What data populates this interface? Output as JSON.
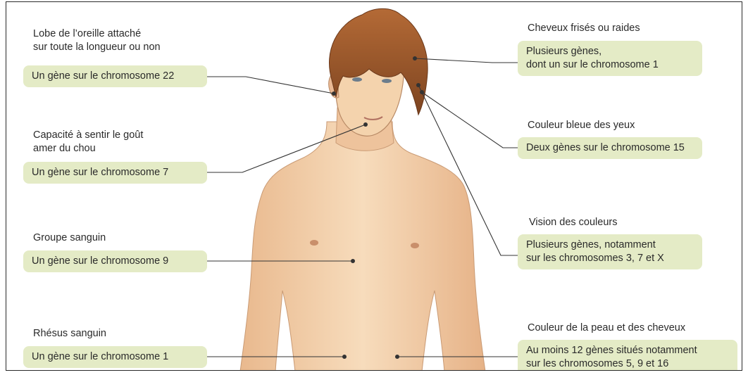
{
  "items": [
    {
      "title1": "Lobe de l’oreille attaché",
      "title2": "sur toute la longueur ou non",
      "box1": "Un gène sur le chromosome 22",
      "box2": ""
    },
    {
      "title1": "Capacité à sentir le goût",
      "title2": "amer du chou",
      "box1": "Un gène sur le chromosome 7",
      "box2": ""
    },
    {
      "title1": "Groupe sanguin",
      "title2": "",
      "box1": "Un gène sur le chromosome 9",
      "box2": ""
    },
    {
      "title1": "Rhésus sanguin",
      "title2": "",
      "box1": "Un gène sur le chromosome 1",
      "box2": ""
    },
    {
      "title1": "Cheveux frisés ou raides",
      "title2": "",
      "box1": "Plusieurs gènes,",
      "box2": "dont un sur le chromosome 1"
    },
    {
      "title1": "Couleur bleue des yeux",
      "title2": "",
      "box1": "Deux gènes sur le chromosome 15",
      "box2": ""
    },
    {
      "title1": "Vision des couleurs",
      "title2": "",
      "box1": "Plusieurs gènes, notamment",
      "box2": "sur les chromosomes 3, 7 et X"
    },
    {
      "title1": "Couleur de la peau et des cheveux",
      "title2": "",
      "box1": "Au moins 12 gènes situés notamment",
      "box2": "sur les chromosomes 5, 9  et 16"
    }
  ],
  "colors": {
    "box": "#e4ebc6",
    "skin": "#f3d2ad",
    "hair": "#9a5a2c",
    "line": "#333333"
  }
}
